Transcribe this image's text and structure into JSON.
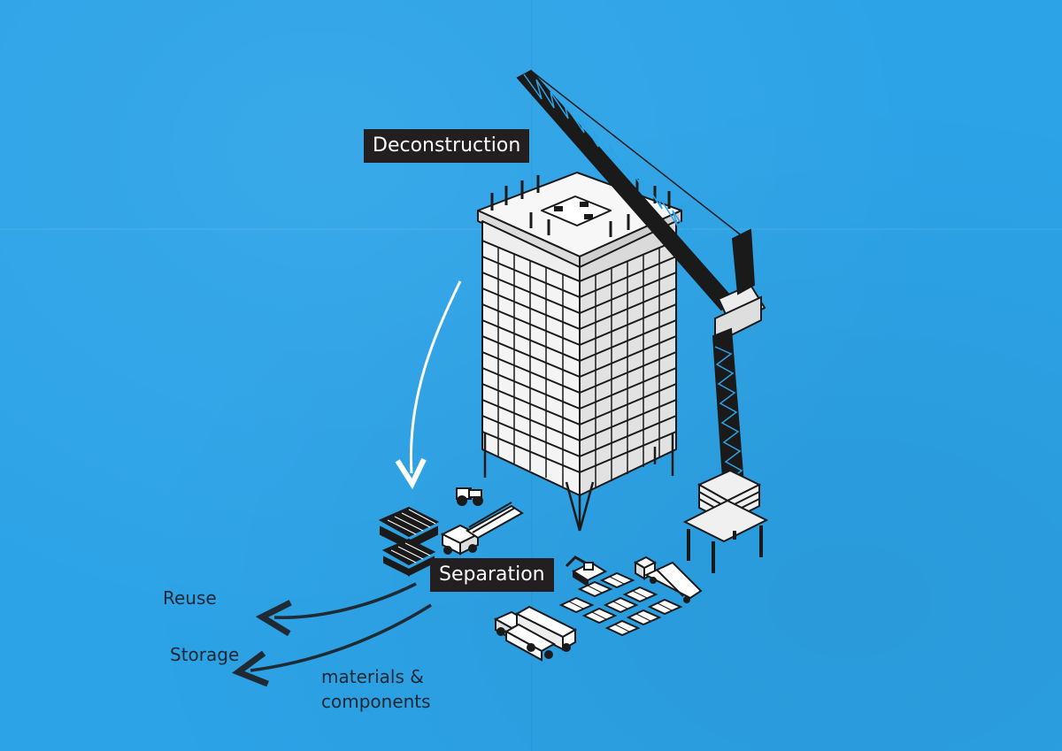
{
  "labels": {
    "deconstruction": "Deconstruction",
    "separation": "Separation",
    "reuse": "Reuse",
    "storage": "Storage",
    "materials_line1": "materials &",
    "materials_line2": "components"
  },
  "colors": {
    "background": "#2ca3e7",
    "line": "#1a1a1a",
    "label_bg": "#231f20",
    "label_text": "#ffffff",
    "arrow_white": "#ffffff",
    "arrow_dark": "#1f2a33"
  }
}
